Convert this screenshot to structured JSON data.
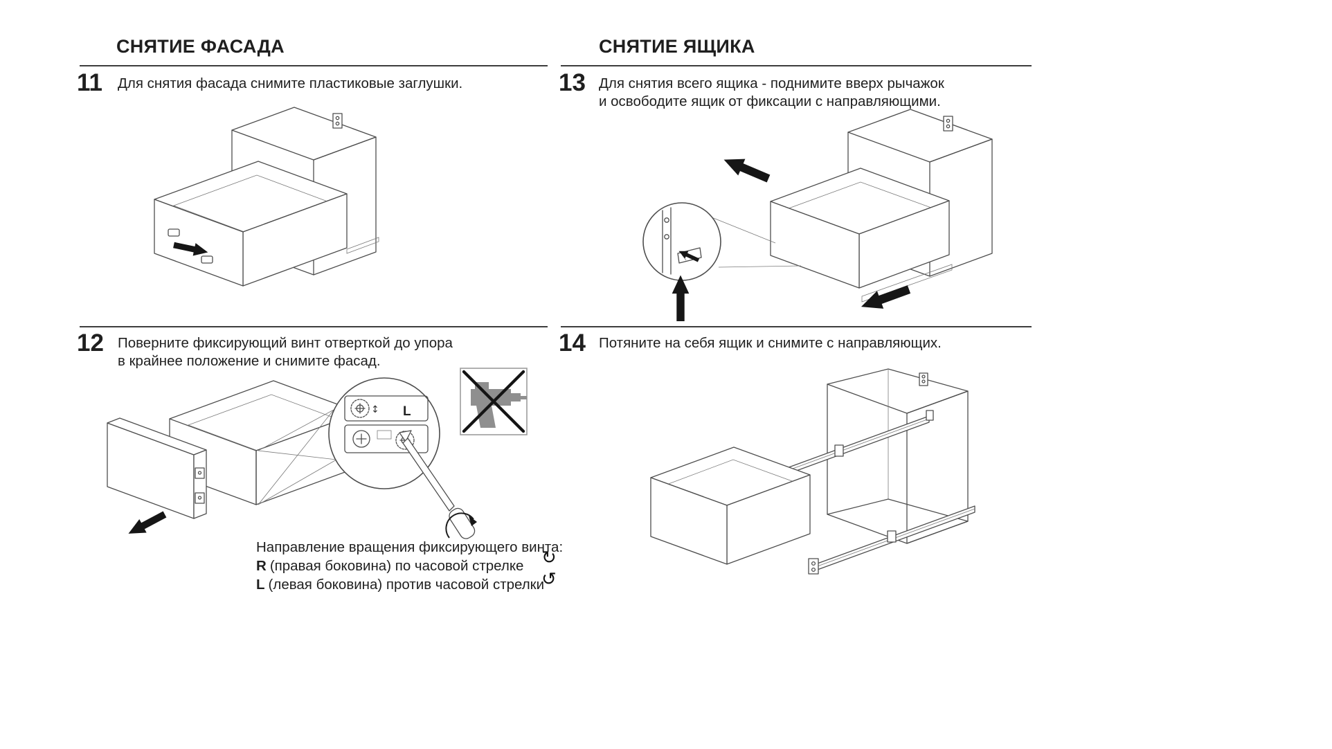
{
  "left_section": {
    "title": "СНЯТИЕ ФАСАДА",
    "steps": {
      "step11": {
        "number": "11",
        "lines": [
          "Для снятия фасада снимите пластиковые заглушки."
        ]
      },
      "step12": {
        "number": "12",
        "lines": [
          "Поверните фиксирующий винт отверткой до упора",
          "в крайнее положение и снимите фасад."
        ]
      }
    },
    "lock_label": "L",
    "updown_icon": "↕",
    "rotation_note": {
      "heading": "Направление вращения фиксирующего винта:",
      "r_key": "R",
      "r_text": "(правая боковина) по часовой стрелке",
      "l_key": "L",
      "l_text": "(левая боковина) против часовой стрелки",
      "clockwise_icon": "↻",
      "counterclockwise_icon": "↺"
    }
  },
  "right_section": {
    "title": "СНЯТИЕ ЯЩИКА",
    "steps": {
      "step13": {
        "number": "13",
        "lines": [
          "Для снятия всего ящика - поднимите вверх рычажок",
          "и освободите ящик от фиксации с направляющими."
        ]
      },
      "step14": {
        "number": "14",
        "lines": [
          "Потяните на себя ящик и снимите с направляющих."
        ]
      }
    }
  }
}
